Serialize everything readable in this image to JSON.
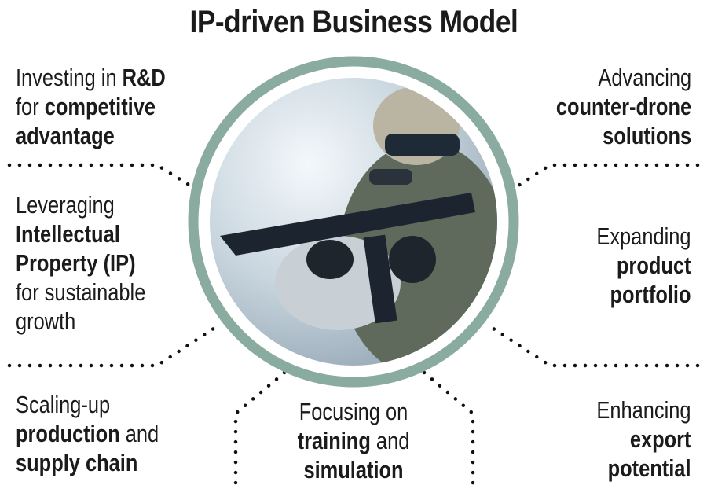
{
  "title": "IP-driven Business Model",
  "colors": {
    "ring": "#8aaba0",
    "text": "#1b1b1b",
    "dots": "#111111"
  },
  "image": {
    "icon": "soldier-with-rifle-photo"
  },
  "items": [
    {
      "lines": [
        [
          "Investing in ",
          "R&D"
        ],
        [
          "for ",
          "competitive"
        ],
        [
          "",
          "advantage"
        ]
      ]
    },
    {
      "lines": [
        [
          "Leveraging",
          ""
        ],
        [
          "",
          "Intellectual"
        ],
        [
          "",
          "Property (IP)"
        ],
        [
          "for sustainable",
          ""
        ],
        [
          "growth",
          ""
        ]
      ]
    },
    {
      "lines": [
        [
          "Scaling-up",
          ""
        ],
        [
          "",
          "production",
          " and"
        ],
        [
          "",
          "supply chain"
        ]
      ]
    },
    {
      "lines": [
        [
          "Focusing on",
          ""
        ],
        [
          "",
          "training",
          " and"
        ],
        [
          "",
          "simulation"
        ]
      ]
    },
    {
      "lines": [
        [
          "Advancing",
          ""
        ],
        [
          "",
          "counter-drone"
        ],
        [
          "",
          "solutions"
        ]
      ]
    },
    {
      "lines": [
        [
          "Expanding",
          ""
        ],
        [
          "",
          "product"
        ],
        [
          "",
          "portfolio"
        ]
      ]
    },
    {
      "lines": [
        [
          "Enhancing",
          ""
        ],
        [
          "",
          "export"
        ],
        [
          "",
          "potential"
        ]
      ]
    }
  ]
}
